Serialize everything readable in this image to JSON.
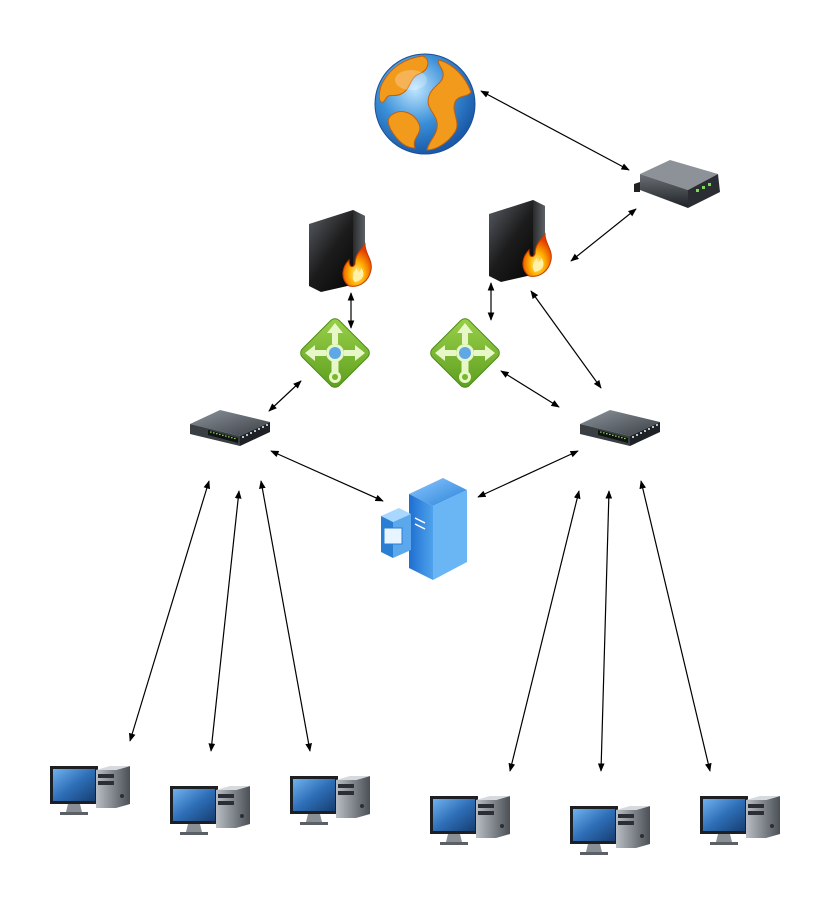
{
  "diagram": {
    "nodes": [
      {
        "id": "internet",
        "icon": "globe-icon"
      },
      {
        "id": "modem",
        "icon": "modem-router-icon"
      },
      {
        "id": "firewall-left",
        "icon": "firewall-icon"
      },
      {
        "id": "firewall-right",
        "icon": "firewall-icon"
      },
      {
        "id": "router-left",
        "icon": "router-icon"
      },
      {
        "id": "router-right",
        "icon": "router-icon"
      },
      {
        "id": "switch-left",
        "icon": "network-switch-icon"
      },
      {
        "id": "switch-right",
        "icon": "network-switch-icon"
      },
      {
        "id": "server",
        "icon": "server-icon"
      },
      {
        "id": "pc-1",
        "icon": "desktop-computer-icon"
      },
      {
        "id": "pc-2",
        "icon": "desktop-computer-icon"
      },
      {
        "id": "pc-3",
        "icon": "desktop-computer-icon"
      },
      {
        "id": "pc-4",
        "icon": "desktop-computer-icon"
      },
      {
        "id": "pc-5",
        "icon": "desktop-computer-icon"
      },
      {
        "id": "pc-6",
        "icon": "desktop-computer-icon"
      }
    ],
    "edges": [
      {
        "from": "internet",
        "to": "modem",
        "arrows": "both"
      },
      {
        "from": "modem",
        "to": "firewall-right",
        "arrows": "both"
      },
      {
        "from": "firewall-left",
        "to": "router-left",
        "arrows": "both"
      },
      {
        "from": "firewall-right",
        "to": "router-right",
        "arrows": "both"
      },
      {
        "from": "firewall-right",
        "to": "switch-right",
        "arrows": "both"
      },
      {
        "from": "router-left",
        "to": "switch-left",
        "arrows": "both"
      },
      {
        "from": "router-right",
        "to": "switch-right",
        "arrows": "both"
      },
      {
        "from": "switch-left",
        "to": "server",
        "arrows": "both"
      },
      {
        "from": "switch-right",
        "to": "server",
        "arrows": "both"
      },
      {
        "from": "switch-left",
        "to": "pc-1",
        "arrows": "both"
      },
      {
        "from": "switch-left",
        "to": "pc-2",
        "arrows": "both"
      },
      {
        "from": "switch-left",
        "to": "pc-3",
        "arrows": "both"
      },
      {
        "from": "switch-right",
        "to": "pc-4",
        "arrows": "both"
      },
      {
        "from": "switch-right",
        "to": "pc-5",
        "arrows": "both"
      },
      {
        "from": "switch-right",
        "to": "pc-6",
        "arrows": "both"
      }
    ],
    "colors": {
      "connector": "#000000",
      "globe_ocean": "#3a8fd8",
      "globe_land": "#f29a1c",
      "router_green": "#76b82a",
      "router_dot": "#5fa8e8",
      "server_blue": "#1e7fd6",
      "firewall_body": "#1c1c1c",
      "flame": "#ff6a00",
      "switch_body": "#2b2f33",
      "port_green": "#7ed957",
      "monitor_screen": "#2e6fb8"
    }
  }
}
